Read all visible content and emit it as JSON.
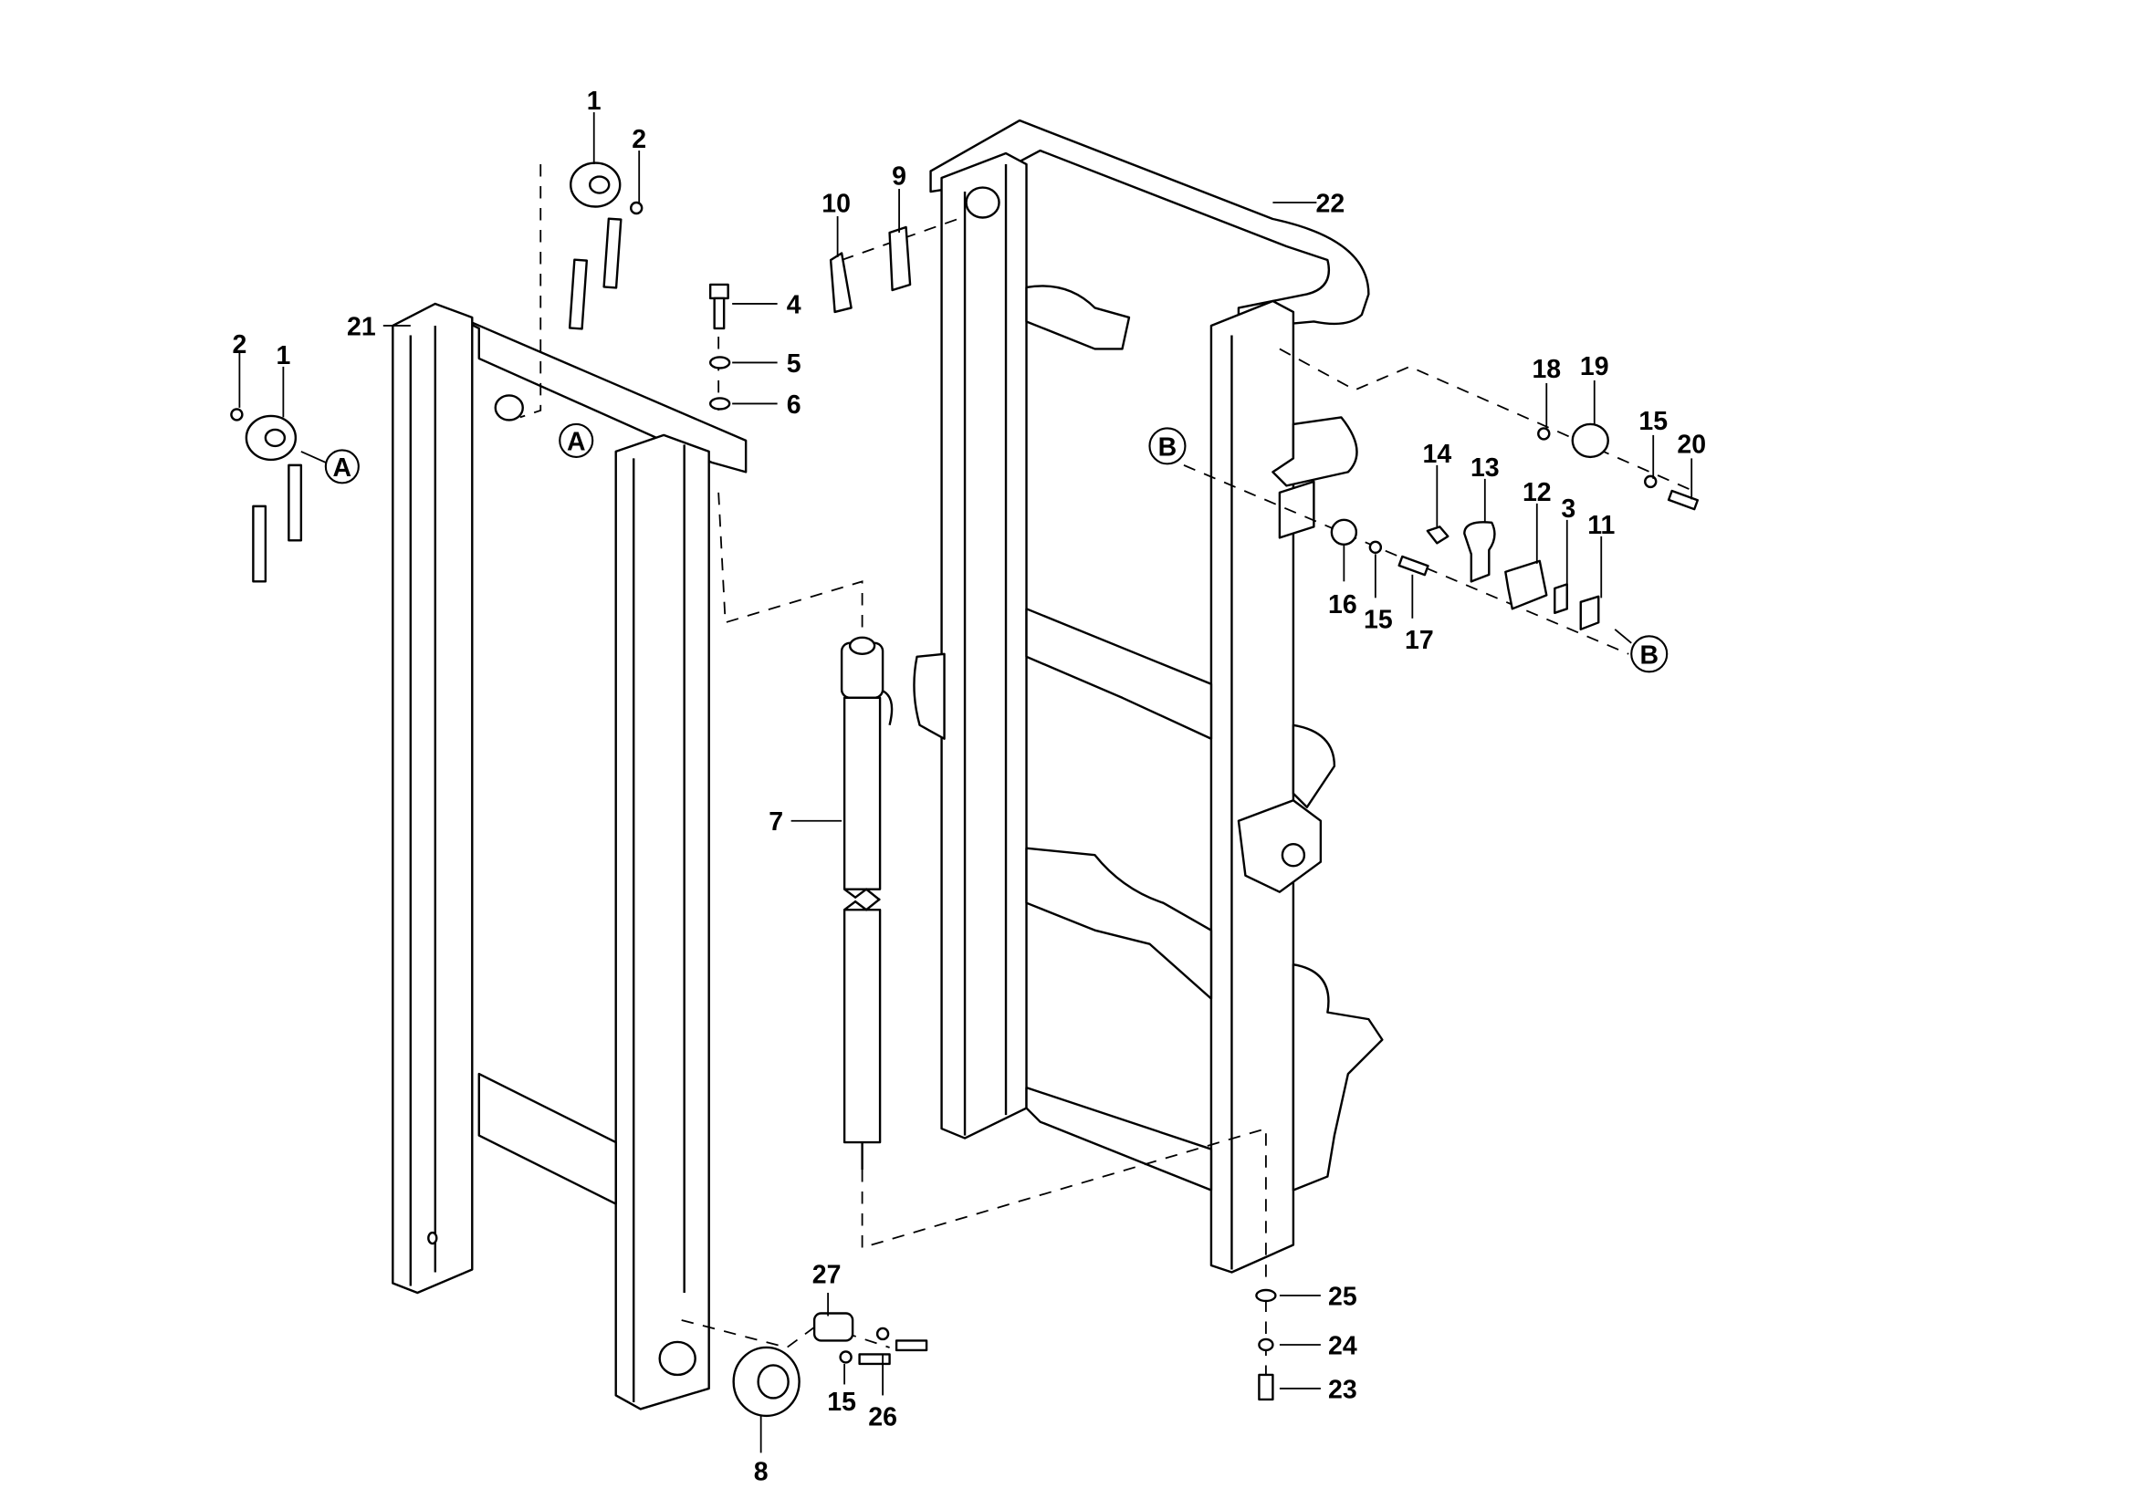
{
  "diagram": {
    "type": "exploded parts diagram",
    "callouts": {
      "c1a": "1",
      "c2a": "2",
      "c1b": "1",
      "c2b": "2",
      "c3": "3",
      "c4": "4",
      "c5": "5",
      "c6": "6",
      "c7": "7",
      "c8": "8",
      "c9": "9",
      "c10": "10",
      "c11": "11",
      "c12": "12",
      "c13": "13",
      "c14": "14",
      "c15a": "15",
      "c15b": "15",
      "c15c": "15",
      "c16": "16",
      "c17": "17",
      "c18": "18",
      "c19": "19",
      "c20": "20",
      "c21": "21",
      "c22": "22",
      "c23": "23",
      "c24": "24",
      "c25": "25",
      "c26": "26",
      "c27": "27"
    },
    "references": {
      "a1": "A",
      "a2": "A",
      "b1": "B",
      "b2": "B"
    }
  }
}
